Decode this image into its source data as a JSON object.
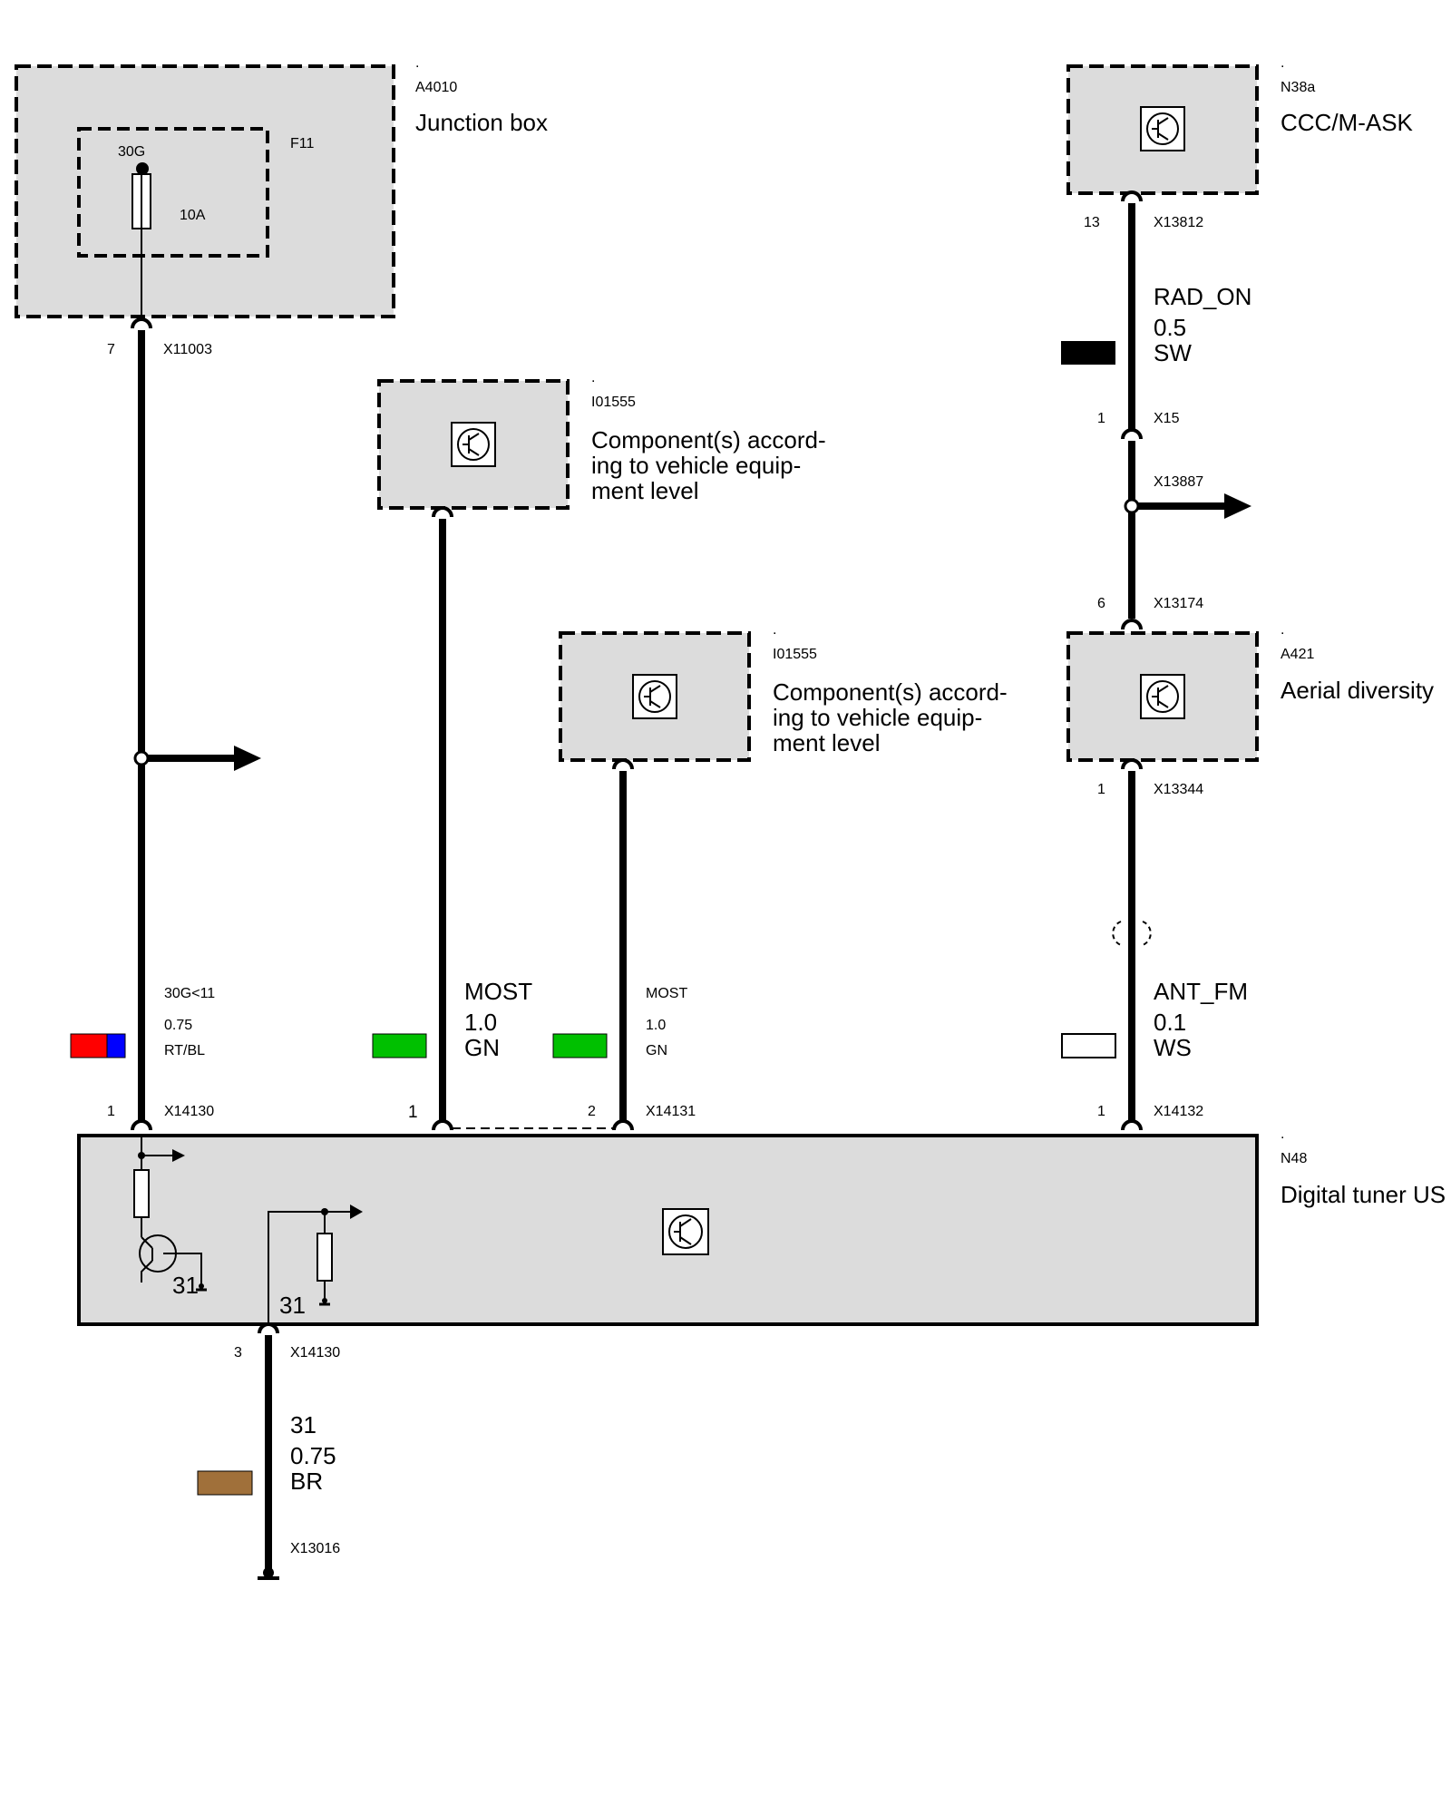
{
  "colors": {
    "box_fill": "#dcdcdc",
    "wire": "#000000",
    "rt": "#ff0000",
    "bl": "#0000ff",
    "gn": "#00c000",
    "br": "#a0703a",
    "ws": "#ffffff",
    "sw": "#000000"
  },
  "icons": [
    "transistor-module-icon",
    "fuse-icon",
    "ground-icon",
    "arrow-right-icon",
    "resistor-icon"
  ],
  "junction_box": {
    "dot": ".",
    "code": "A4010",
    "name": "Junction box",
    "fuse_code": "F11",
    "fuse_terminal": "30G",
    "fuse_rating": "10A",
    "pin": "7",
    "connector": "X11003"
  },
  "ccc": {
    "dot": ".",
    "code": "N38a",
    "name": "CCC/M-ASK",
    "pin": "13",
    "connector": "X13812"
  },
  "comp1": {
    "dot": ".",
    "code": "I01555",
    "name_line1": "Component(s) accord-",
    "name_line2": "ing to vehicle equip-",
    "name_line3": "ment level"
  },
  "comp2": {
    "dot": ".",
    "code": "I01555",
    "name_line1": "Component(s) accord-",
    "name_line2": "ing to vehicle equip-",
    "name_line3": "ment level"
  },
  "aerial": {
    "dot": ".",
    "code": "A421",
    "name": "Aerial diversity",
    "pin_top": "6",
    "connector_top": "X13174",
    "pin_bottom": "1",
    "connector_bottom": "X13344"
  },
  "tuner": {
    "dot": ".",
    "code": "N48",
    "name": "Digital tuner US",
    "ground1": "31",
    "ground2": "31"
  },
  "wire_rad_on": {
    "signal": "RAD_ON",
    "size": "0.5",
    "color": "SW",
    "pin_x15": "1",
    "connector_x15": "X15",
    "splice": "X13887"
  },
  "wire_30g": {
    "signal": "30G<11",
    "size": "0.75",
    "color": "RT/BL",
    "pin": "1",
    "connector": "X14130"
  },
  "wire_most1": {
    "signal": "MOST",
    "size": "1.0",
    "color": "GN",
    "pin": "1"
  },
  "wire_most2": {
    "signal": "MOST",
    "size": "1.0",
    "color": "GN",
    "pin": "2",
    "connector": "X14131"
  },
  "wire_ant": {
    "signal": "ANT_FM",
    "size": "0.1",
    "color": "WS",
    "pin": "1",
    "connector": "X14132"
  },
  "wire_ground": {
    "signal": "31",
    "size": "0.75",
    "color": "BR",
    "pin": "3",
    "connector": "X14130",
    "end_connector": "X13016"
  }
}
